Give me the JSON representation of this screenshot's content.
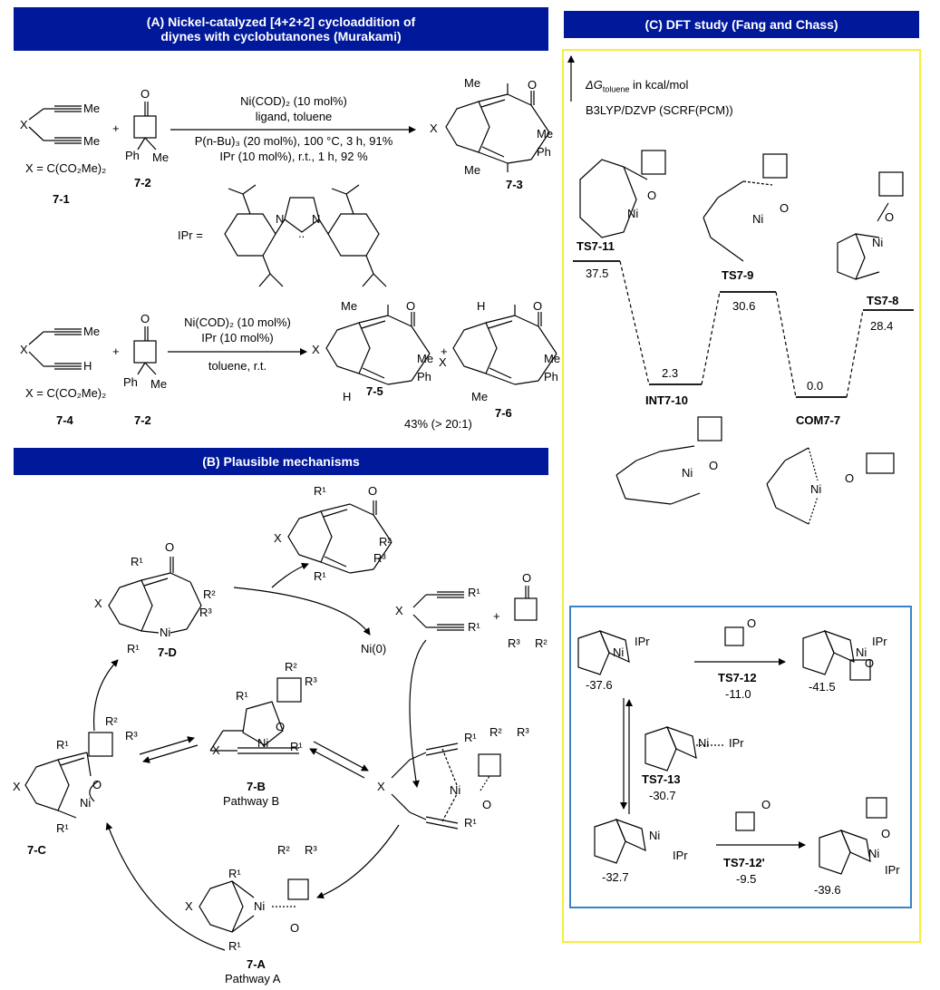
{
  "panelA": {
    "title_line1": "(A) Nickel-catalyzed [4+2+2] cycloaddition of",
    "title_line2": "diynes with cyclobutanones (Murakami)",
    "me": "Me",
    "x": "X",
    "o": "O",
    "ph": "Ph",
    "h": "H",
    "plus": "+",
    "x_def": "X = C(CO₂Me)₂",
    "r1_conditions_1": "Ni(COD)₂ (10 mol%)",
    "r1_conditions_2": "ligand, toluene",
    "r1_conditions_3": "P(n-Bu)₃ (20 mol%), 100 °C, 3 h, 91%",
    "r1_conditions_4": "IPr (10 mol%),  r.t., 1 h, 92 %",
    "ipr_label": "IPr  =",
    "n": "N",
    "carbene": "..",
    "r2_conditions_1": "Ni(COD)₂ (10 mol%)",
    "r2_conditions_2": "IPr (10 mol%)",
    "r2_conditions_3": "toluene, r.t.",
    "labels": {
      "c71": "7-1",
      "c72": "7-2",
      "c73": "7-3",
      "c74": "7-4",
      "c75": "7-5",
      "c76": "7-6"
    },
    "yield": "43% (> 20:1)"
  },
  "panelB": {
    "title": "(B) Plausible mechanisms",
    "r1": "R¹",
    "r2": "R²",
    "r3": "R³",
    "ni": "Ni",
    "ni0": "Ni(0)",
    "o": "O",
    "x": "X",
    "plus": "+",
    "labels": {
      "d": "7-D",
      "b": "7-B",
      "c": "7-C",
      "a": "7-A"
    },
    "pathwayB": "Pathway B",
    "pathwayA": "Pathway A"
  },
  "panelC": {
    "title": "(C) DFT study (Fang and Chass)",
    "delta_g": "ΔG",
    "delta_sub": "toluene",
    "delta_unit": " in kcal/mol",
    "method": "B3LYP/DZVP (SCRF(PCM))",
    "ni": "Ni",
    "o": "O",
    "ipr": "IPr",
    "species": [
      {
        "name": "TS7-11",
        "energy": "37.5"
      },
      {
        "name": "INT7-10",
        "energy": "2.3"
      },
      {
        "name": "TS7-9",
        "energy": "30.6"
      },
      {
        "name": "COM7-7",
        "energy": "0.0"
      },
      {
        "name": "TS7-8",
        "energy": "28.4"
      }
    ],
    "inset": {
      "e_a": "-37.6",
      "ts12": "TS7-12",
      "ts12_e": "-11.0",
      "p1_e": "-41.5",
      "ts13": "TS7-13",
      "ts13_e": "-30.7",
      "e_b": "-32.7",
      "ts12p": "TS7-12'",
      "ts12p_e": "-9.5",
      "p2_e": "-39.6"
    }
  }
}
